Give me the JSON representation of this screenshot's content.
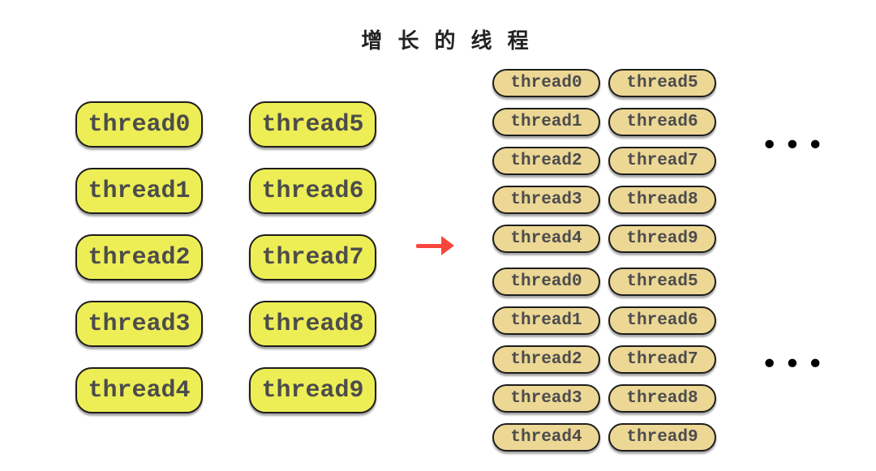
{
  "title": "增 长 的 线 程",
  "colors": {
    "background": "#FFFFFF",
    "title_text": "#222222",
    "left_pill_fill": "#EDEE55",
    "right_pill_fill": "#ECD795",
    "pill_border": "#1D1D1D",
    "pill_text": "#4C4C4C",
    "arrow": "#F9463C",
    "ellipsis": "#000000"
  },
  "left_group": {
    "columns": [
      [
        "thread0",
        "thread1",
        "thread2",
        "thread3",
        "thread4"
      ],
      [
        "thread5",
        "thread6",
        "thread7",
        "thread8",
        "thread9"
      ]
    ]
  },
  "right_groups": [
    {
      "columns": [
        [
          "thread0",
          "thread1",
          "thread2",
          "thread3",
          "thread4"
        ],
        [
          "thread5",
          "thread6",
          "thread7",
          "thread8",
          "thread9"
        ]
      ],
      "ellipsis": "•••"
    },
    {
      "columns": [
        [
          "thread0",
          "thread1",
          "thread2",
          "thread3",
          "thread4"
        ],
        [
          "thread5",
          "thread6",
          "thread7",
          "thread8",
          "thread9"
        ]
      ],
      "ellipsis": "•••"
    }
  ]
}
